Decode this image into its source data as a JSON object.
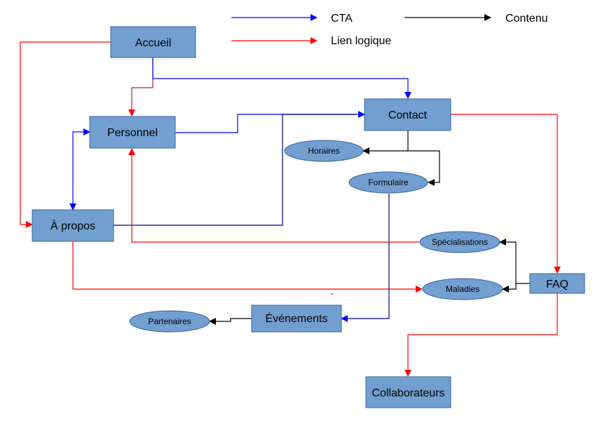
{
  "colors": {
    "cta": "#0000ff",
    "logic": "#ff0000",
    "content": "#000000",
    "dark_red": "#b02040",
    "navy": "#000080",
    "node_fill": "#729fcf",
    "node_stroke": "#3465a4"
  },
  "legend": {
    "cta": "CTA",
    "content": "Contenu",
    "logic": "Lien logique"
  },
  "nodes": {
    "accueil": "Accueil",
    "personnel": "Personnel",
    "contact": "Contact",
    "apropos": "À propos",
    "evenements": "Événements",
    "faq": "FAQ",
    "collaborateurs": "Collaborateurs",
    "horaires": "Horaires",
    "formulaire": "Formulaire",
    "specialisations": "Spécialisations",
    "maladies": "Maladies",
    "partenaires": "Partenaires"
  }
}
